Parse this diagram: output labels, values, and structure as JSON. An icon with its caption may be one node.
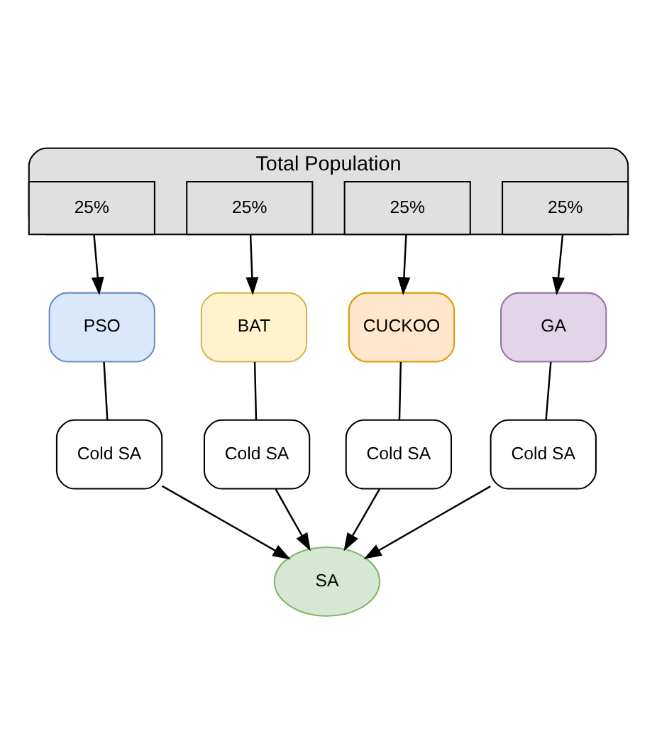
{
  "diagram": {
    "nodes": [
      {
        "text": [
          "Total Population"
        ]
      },
      {
        "text": [
          "25%"
        ],
        "in": 0
      },
      {
        "text": [
          "25%"
        ],
        "in": 0
      },
      {
        "text": [
          "25%"
        ],
        "in": 0
      },
      {
        "text": [
          "25%"
        ],
        "in": 0
      },
      {
        "text": [
          "PSO"
        ]
      },
      {
        "text": [
          "BAT"
        ]
      },
      {
        "text": [
          "CUCKOO"
        ]
      },
      {
        "text": [
          "GA"
        ]
      },
      {
        "text": [
          "Cold SA"
        ]
      },
      {
        "text": [
          "Cold SA"
        ]
      },
      {
        "text": [
          "Cold SA"
        ]
      },
      {
        "text": [
          "Cold SA"
        ]
      },
      {
        "text": [
          "SA"
        ]
      }
    ],
    "edges": [
      {
        "from": 1,
        "to": 5,
        "arrow": "to"
      },
      {
        "from": 2,
        "to": 6,
        "arrow": "to"
      },
      {
        "from": 3,
        "to": 7,
        "arrow": "to"
      },
      {
        "from": 4,
        "to": 8,
        "arrow": "to"
      },
      {
        "from": 5,
        "to": 9,
        "arrow": "none"
      },
      {
        "from": 6,
        "to": 10,
        "arrow": "none"
      },
      {
        "from": 7,
        "to": 11,
        "arrow": "none"
      },
      {
        "from": 8,
        "to": 12,
        "arrow": "none"
      },
      {
        "from": 9,
        "to": 13,
        "arrow": "to"
      },
      {
        "from": 10,
        "to": 13,
        "arrow": "to"
      },
      {
        "from": 11,
        "to": 13,
        "arrow": "to"
      },
      {
        "from": 12,
        "to": 13,
        "arrow": "to"
      }
    ]
  }
}
